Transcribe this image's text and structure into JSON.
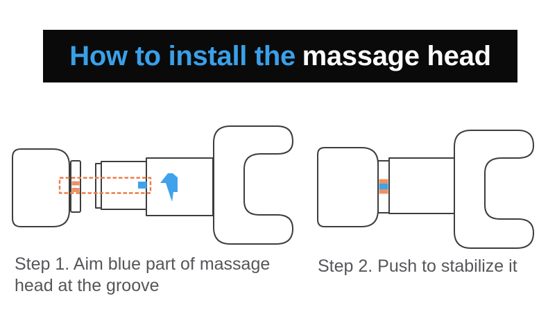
{
  "banner": {
    "title_highlight": "How to install the",
    "title_rest": "massage head"
  },
  "steps": [
    {
      "id": "step-1",
      "caption_lines": [
        "Step 1. Aim blue part of massage",
        "head at the groove"
      ]
    },
    {
      "id": "step-2",
      "caption_lines": [
        "Step 2. Push to stabilize it"
      ]
    }
  ],
  "icons": {
    "push_arrow": "blue-push-arrow-icon",
    "alignment_guide": "orange-dashed-alignment-box"
  },
  "colors": {
    "banner_bg": "#0a0a0a",
    "title_blue": "#3aa0e8",
    "title_white": "#fefefe",
    "outline": "#3d3d3d",
    "accent_orange": "#ee7b49",
    "stripe_orange": "#eb9163",
    "accent_blue": "#3fa2ea",
    "caption_text": "#56565a"
  }
}
